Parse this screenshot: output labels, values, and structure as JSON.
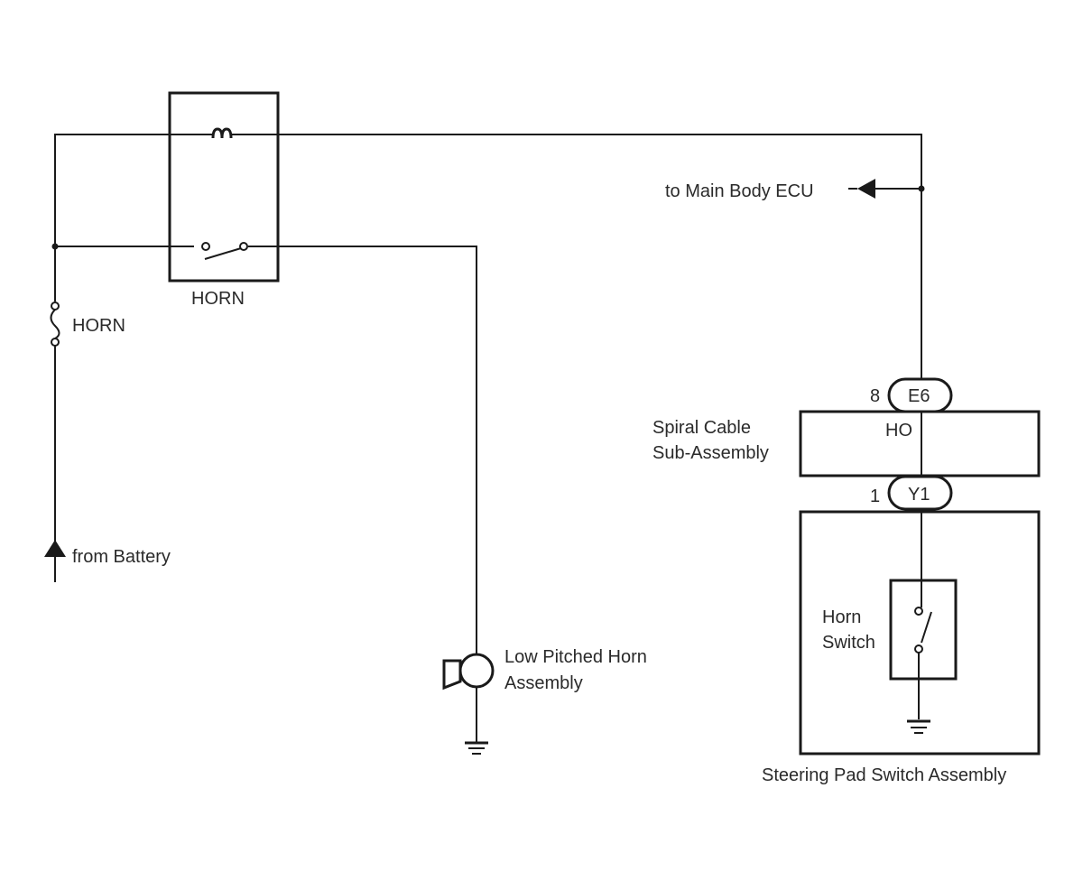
{
  "diagram": {
    "type": "wiring-diagram",
    "components": {
      "horn_relay": {
        "label": "HORN"
      },
      "horn_fuse": {
        "label": "HORN"
      },
      "battery": {
        "label": "from Battery"
      },
      "main_body_ecu": {
        "label": "to Main Body ECU"
      },
      "low_horn": {
        "label_line1": "Low Pitched Horn",
        "label_line2": "Assembly"
      },
      "spiral_cable": {
        "label_line1": "Spiral Cable",
        "label_line2": "Sub-Assembly",
        "terminal": "HO"
      },
      "connector_e6": {
        "name": "E6",
        "pin": "8"
      },
      "connector_y1": {
        "name": "Y1",
        "pin": "1"
      },
      "horn_switch": {
        "label_line1": "Horn",
        "label_line2": "Switch"
      },
      "steering_pad": {
        "label": "Steering Pad Switch Assembly"
      }
    }
  }
}
